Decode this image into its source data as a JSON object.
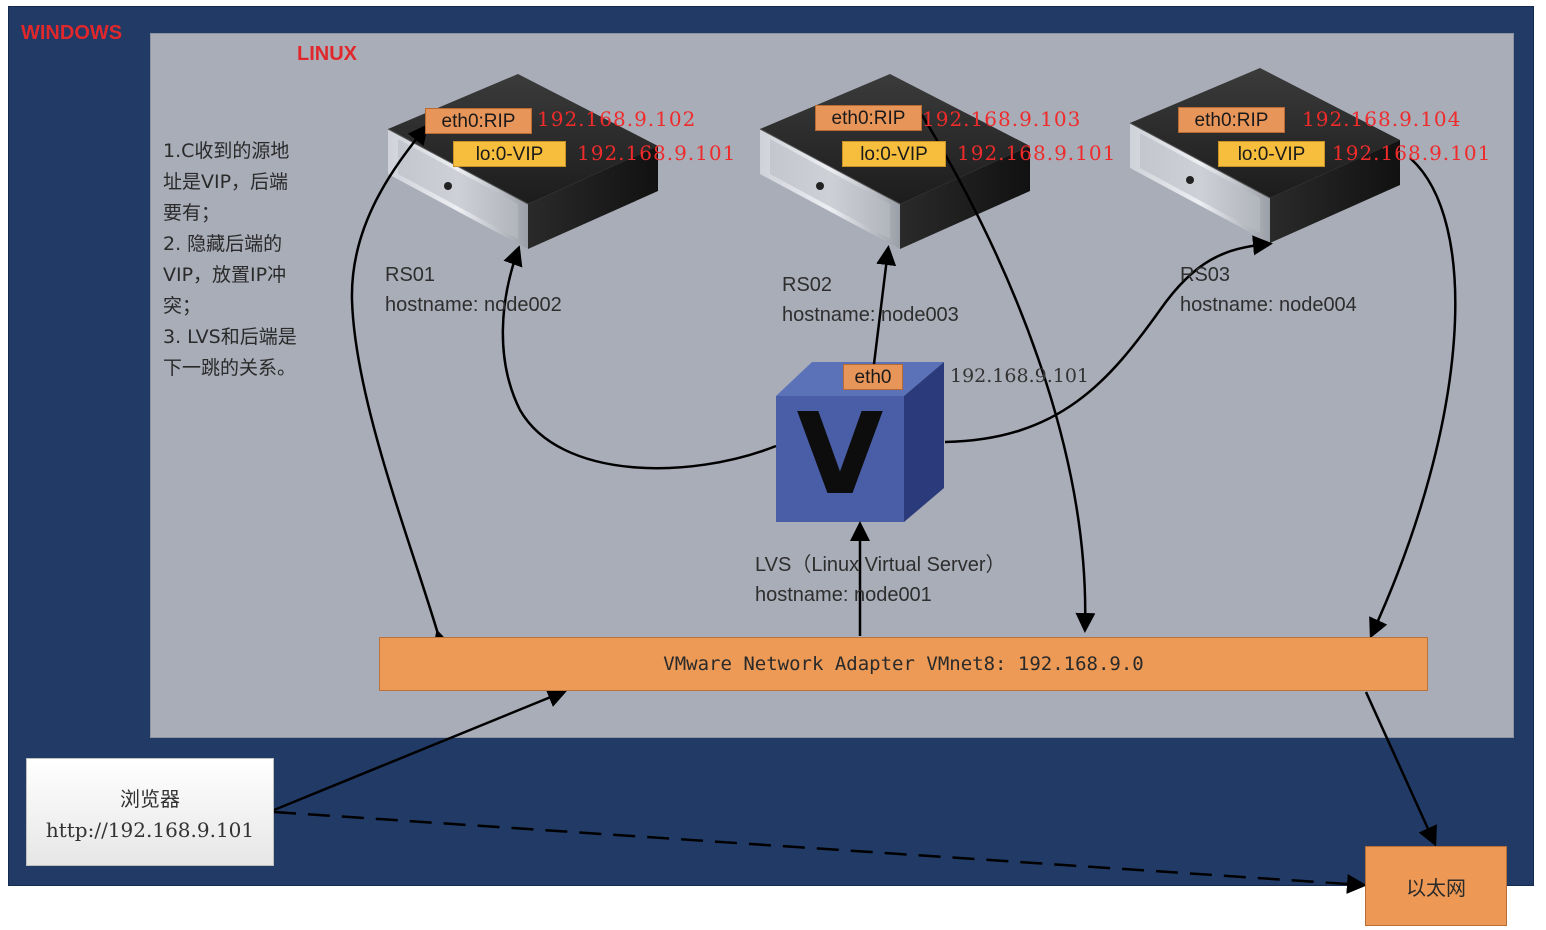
{
  "windows_label": "WINDOWS",
  "linux_label": "LINUX",
  "note": {
    "lines": [
      "1.C收到的源地",
      "址是VIP，后端",
      "要有；",
      "2. 隐藏后端的",
      "VIP，放置IP冲",
      "突；",
      "3. LVS和后端是",
      "下一跳的关系。"
    ]
  },
  "servers": [
    {
      "eth_label": "eth0:RIP",
      "rip": "192.168.9.102",
      "lo_label": "lo:0-VIP",
      "vip": "192.168.9.101",
      "name": "RS01",
      "hostname": "hostname: node002"
    },
    {
      "eth_label": "eth0:RIP",
      "rip": "192.168.9.103",
      "lo_label": "lo:0-VIP",
      "vip": "192.168.9.101",
      "name": "RS02",
      "hostname": "hostname: node003"
    },
    {
      "eth_label": "eth0:RIP",
      "rip": "192.168.9.104",
      "lo_label": "lo:0-VIP",
      "vip": "192.168.9.101",
      "name": "RS03",
      "hostname": "hostname: node004"
    }
  ],
  "lvs": {
    "letter": "V",
    "eth_label": "eth0",
    "ip": "192.168.9.101",
    "title": "LVS（Linux Virtual Server）",
    "hostname": "hostname: node001"
  },
  "network": {
    "label": "VMware Network Adapter VMnet8: 192.168.9.0"
  },
  "browser": {
    "title": "浏览器",
    "url": "http://192.168.9.101"
  },
  "ethernet": {
    "label": "以太网"
  },
  "colors": {
    "windows_bg": "#213a66",
    "linux_bg": "#a9adb8",
    "label_red": "#e0282c",
    "eth_tag": "#e8955a",
    "vip_tag": "#f6be3c",
    "cube_front": "#4a5ea8",
    "network_bar": "#ec9a56"
  }
}
